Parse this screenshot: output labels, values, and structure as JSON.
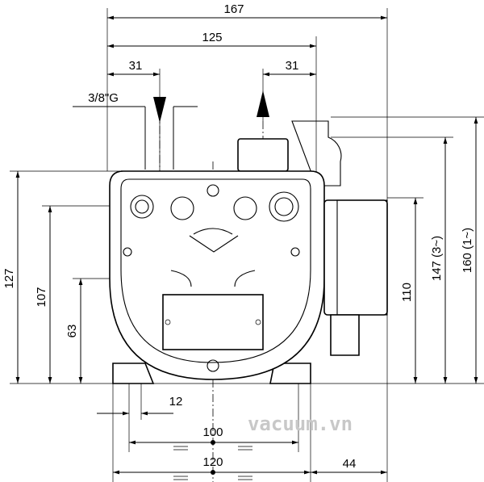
{
  "dimensions": {
    "overall_width": "167",
    "body_width": "125",
    "inlet_offset": "31",
    "outlet_offset": "31",
    "thread": "3/8\"G",
    "height_127": "127",
    "height_107": "107",
    "height_63": "63",
    "foot_width": "12",
    "foot_spacing_inner": "100",
    "foot_spacing_outer": "120",
    "motor_offset": "44",
    "height_110": "110",
    "height_147": "147 (3~)",
    "height_160": "160 (1~)"
  },
  "watermark": "vacuum.vn"
}
